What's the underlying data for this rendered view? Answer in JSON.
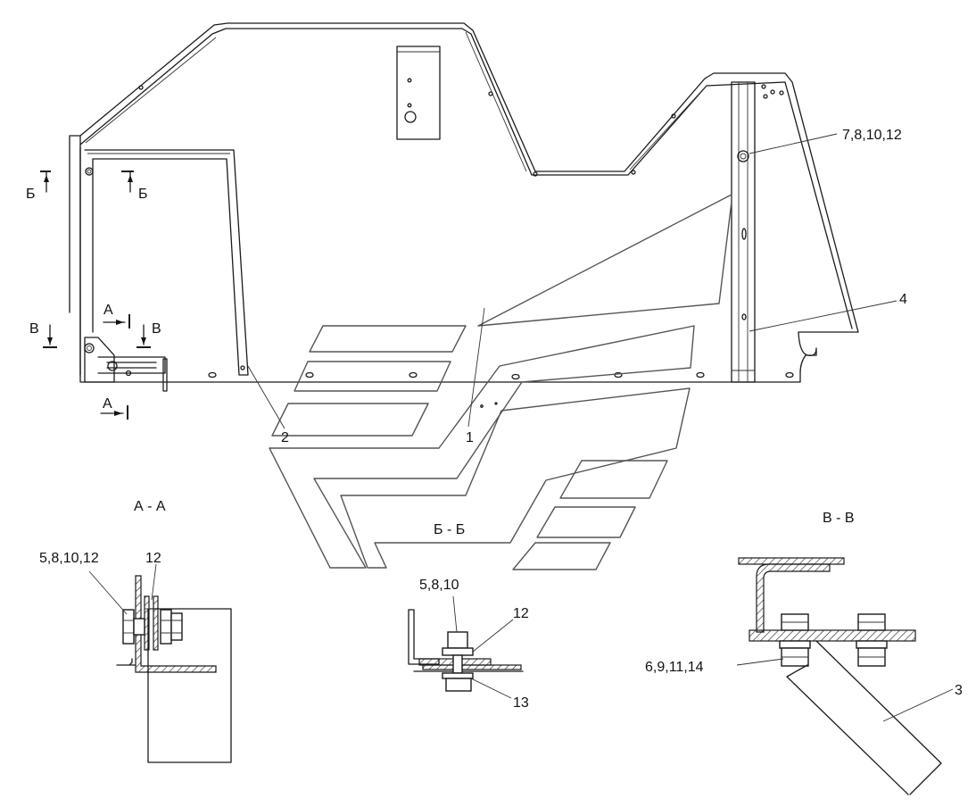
{
  "callouts": {
    "c1": "1",
    "c2": "2",
    "c3": "3",
    "c4": "4",
    "c7_8_10_12": "7,8,10,12",
    "c5_8_10_12": "5,8,10,12",
    "c12_a": "12",
    "c5_8_10": "5,8,10",
    "c12_b": "12",
    "c13": "13",
    "c6_9_11_14": "6,9,11,14"
  },
  "sections": {
    "aa_title": "А - А",
    "bb_title": "Б - Б",
    "vv_title": "В - В"
  },
  "section_marks": {
    "b_left": "Б",
    "b_right": "Б",
    "a_top": "А",
    "a_bottom": "А",
    "v_left": "В",
    "v_right": "В"
  }
}
